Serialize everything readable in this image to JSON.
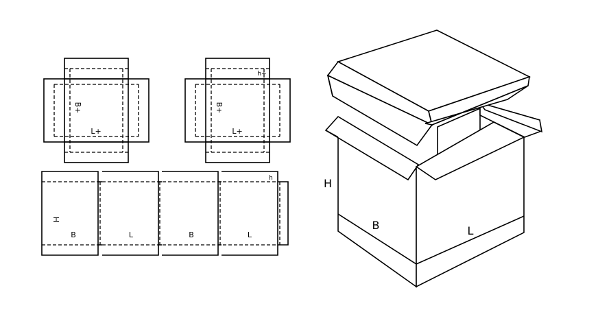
{
  "lid_blank_1": {
    "width_label": "B+",
    "length_label": "L+"
  },
  "lid_blank_2": {
    "width_label": "B+",
    "length_label": "L+",
    "height_label": "h+"
  },
  "body_blank": {
    "height_label": "H",
    "flap_label": "h",
    "panels": [
      "B",
      "L",
      "B",
      "L"
    ]
  },
  "box_3d": {
    "height_label": "H",
    "width_label": "B",
    "length_label": "L"
  }
}
